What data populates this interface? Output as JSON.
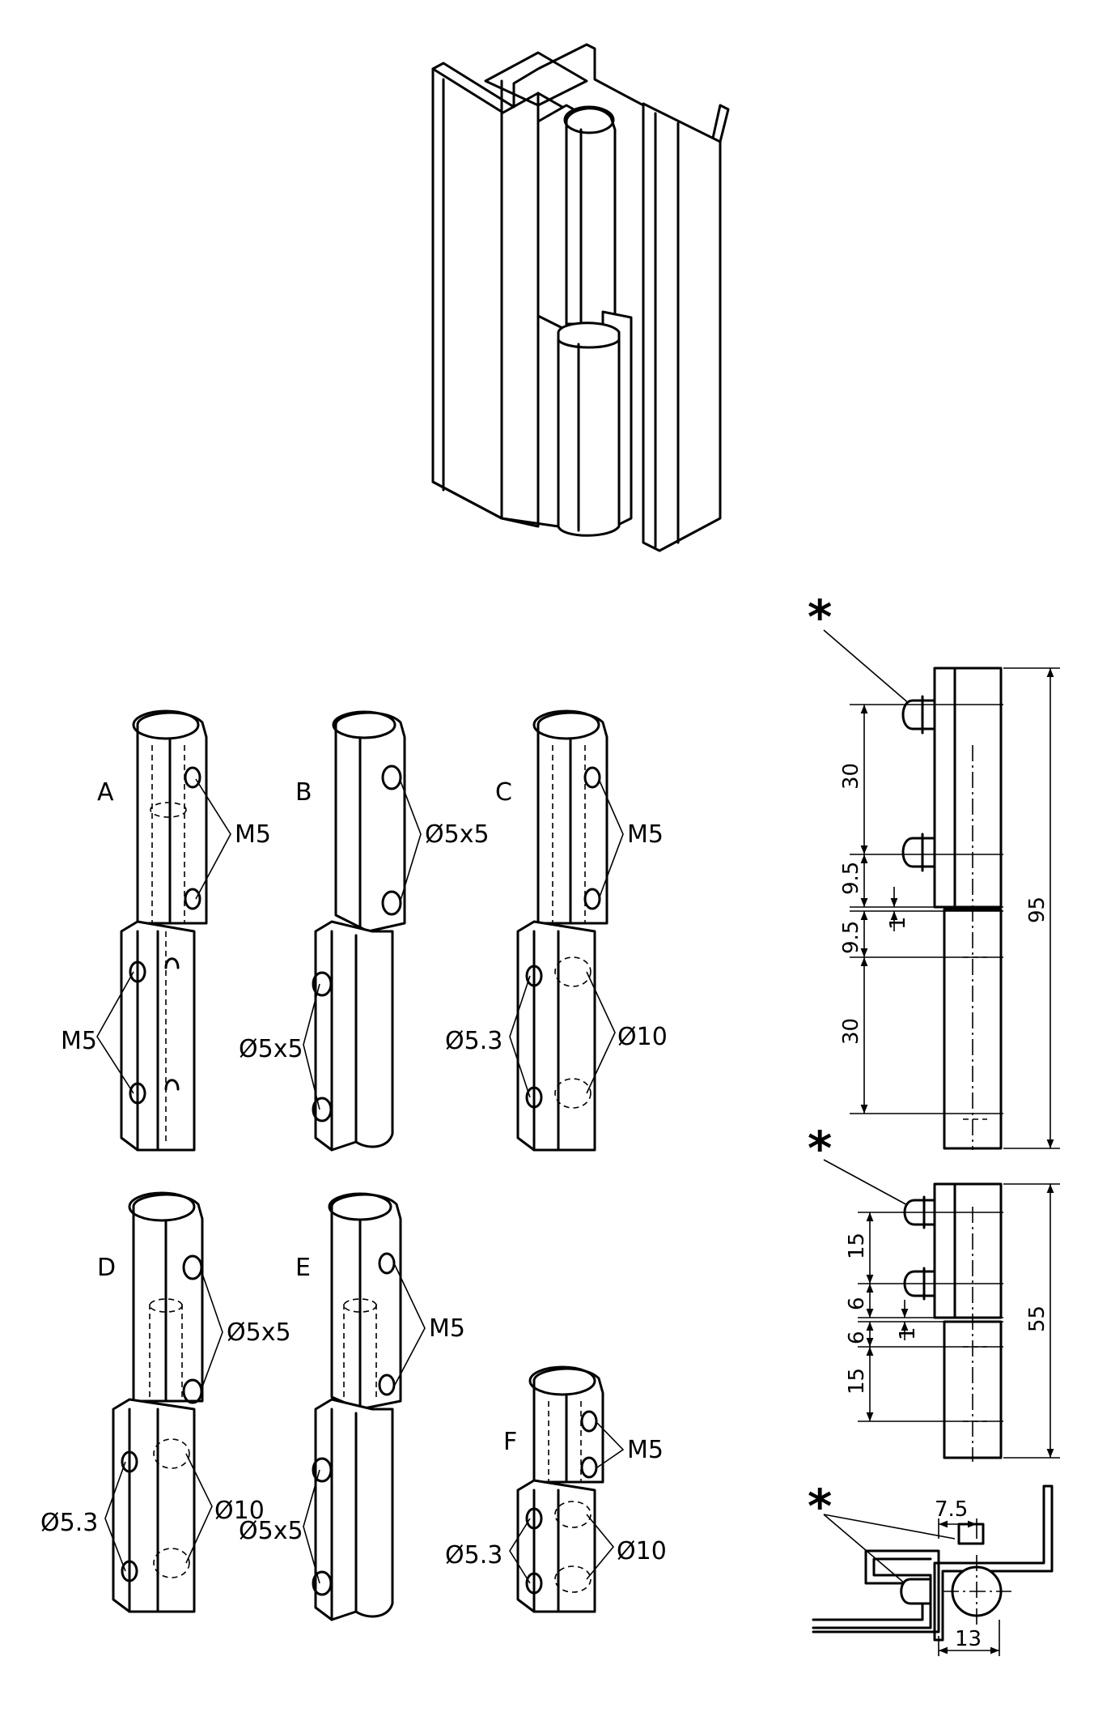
{
  "variants": [
    {
      "id": "A",
      "labels": [
        "M5",
        "M5"
      ]
    },
    {
      "id": "B",
      "labels": [
        "Ø5x5",
        "Ø5x5"
      ]
    },
    {
      "id": "C",
      "labels": [
        "M5",
        "Ø5.3",
        "Ø10"
      ]
    },
    {
      "id": "D",
      "labels": [
        "Ø5x5",
        "Ø5.3",
        "Ø10"
      ]
    },
    {
      "id": "E",
      "labels": [
        "M5",
        "Ø5x5"
      ]
    },
    {
      "id": "F",
      "labels": [
        "M5",
        "Ø5.3",
        "Ø10"
      ]
    }
  ],
  "side_view_large": {
    "marker": "*",
    "dims": {
      "pitch_top": "30",
      "offset_top": "9.5",
      "gap": "1",
      "offset_bottom": "9.5",
      "pitch_bottom": "30",
      "overall": "95"
    }
  },
  "side_view_small": {
    "marker": "*",
    "dims": {
      "pitch_top": "15",
      "offset_top": "6",
      "gap": "1",
      "offset_bottom": "6",
      "pitch_bottom": "15",
      "overall": "55"
    }
  },
  "plan_view": {
    "marker": "*",
    "dims": {
      "offset": "7.5",
      "width": "13"
    }
  }
}
